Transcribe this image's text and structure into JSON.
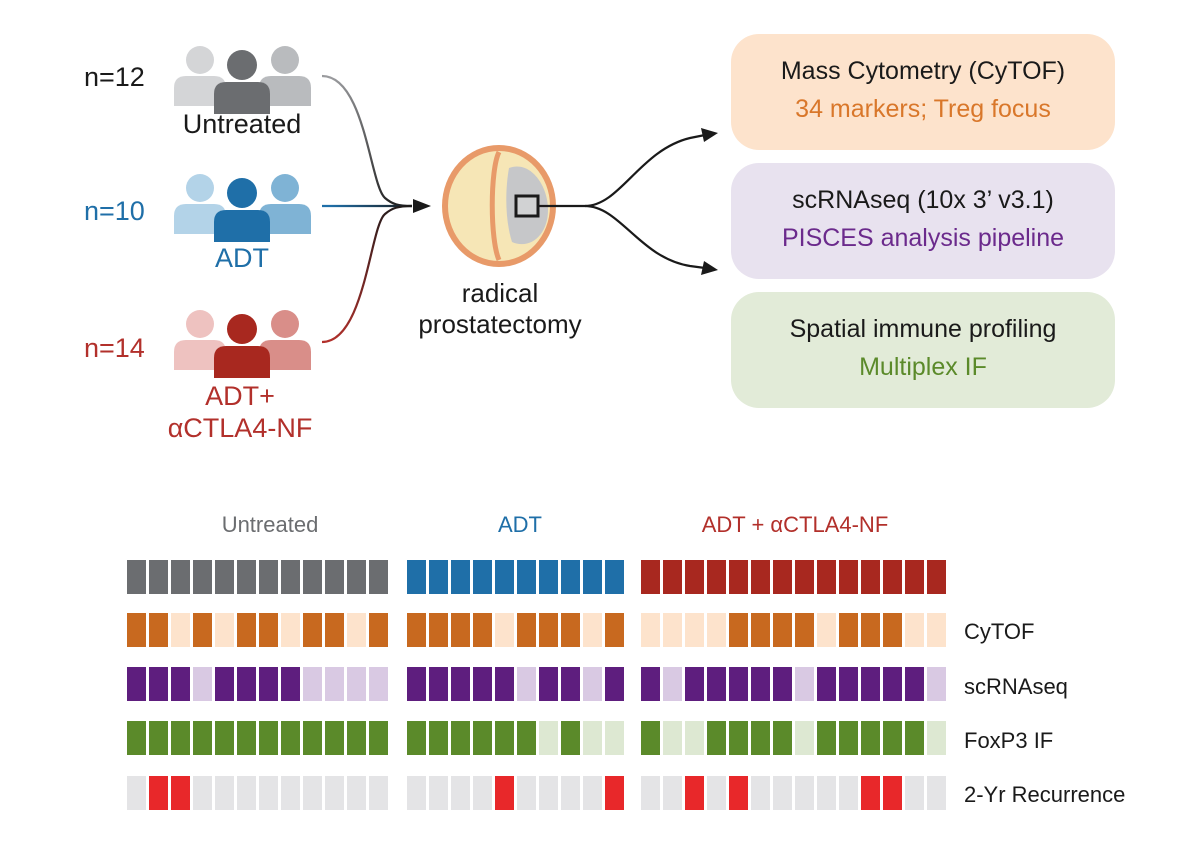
{
  "cohorts": [
    {
      "n": "n=12",
      "label": "Untreated",
      "color": "#1a1a1a",
      "label_color": "#1a1a1a",
      "icon_colors": [
        "#d4d5d7",
        "#6b6d70",
        "#b9bbbe"
      ]
    },
    {
      "n": "n=10",
      "label": "ADT",
      "color": "#1f6fa8",
      "label_color": "#1f6fa8",
      "icon_colors": [
        "#b3d3e8",
        "#1f6fa8",
        "#7fb3d5"
      ]
    },
    {
      "n": "n=14",
      "label_lines": [
        "ADT+",
        "αCTLA4-NF"
      ],
      "color": "#b2302b",
      "label_color": "#b2302b",
      "icon_colors": [
        "#eec2c0",
        "#a8281f",
        "#d98e89"
      ]
    }
  ],
  "surgery": {
    "line1": "radical",
    "line2": "prostatectomy"
  },
  "assays": [
    {
      "title": "Mass Cytometry (CyTOF)",
      "subtitle": "34 markers; Treg focus",
      "bg": "#fde3cc",
      "sub_color": "#d9772a"
    },
    {
      "title": "scRNAseq (10x 3’ v3.1)",
      "subtitle": "PISCES analysis pipeline",
      "bg": "#e8e2ef",
      "sub_color": "#6b2a8c"
    },
    {
      "title": "Spatial immune profiling",
      "subtitle": "Multiplex IF",
      "bg": "#e2ebd8",
      "sub_color": "#5b8a2a"
    }
  ],
  "matrix": {
    "groups": [
      {
        "title": "Untreated",
        "title_color": "#6b6d70",
        "count": 12
      },
      {
        "title": "ADT",
        "title_color": "#1f6fa8",
        "count": 10
      },
      {
        "title": "ADT + αCTLA4-NF",
        "title_color": "#b2302b",
        "count": 14
      }
    ],
    "header_colors": [
      "#6b6d70",
      "#1f6fa8",
      "#a8281f"
    ],
    "rows": [
      {
        "label": "CyTOF",
        "on": "#c8691f",
        "off": "#fde3cc",
        "values": [
          [
            1,
            1,
            0,
            1,
            0,
            1,
            1,
            0,
            1,
            1,
            0,
            1
          ],
          [
            1,
            1,
            1,
            1,
            0,
            1,
            1,
            1,
            0,
            1
          ],
          [
            0,
            0,
            0,
            0,
            1,
            1,
            1,
            1,
            0,
            1,
            1,
            1,
            0,
            0
          ]
        ]
      },
      {
        "label": "scRNAseq",
        "on": "#5e1e7e",
        "off": "#d9c9e3",
        "values": [
          [
            1,
            1,
            1,
            0,
            1,
            1,
            1,
            1,
            0,
            0,
            0,
            0
          ],
          [
            1,
            1,
            1,
            1,
            1,
            0,
            1,
            1,
            0,
            1
          ],
          [
            1,
            0,
            1,
            1,
            1,
            1,
            1,
            0,
            1,
            1,
            1,
            1,
            1,
            0
          ]
        ]
      },
      {
        "label": "FoxP3 IF",
        "on": "#5b8a2a",
        "off": "#dde8d2",
        "values": [
          [
            1,
            1,
            1,
            1,
            1,
            1,
            1,
            1,
            1,
            1,
            1,
            1
          ],
          [
            1,
            1,
            1,
            1,
            1,
            1,
            0,
            1,
            0,
            0
          ],
          [
            1,
            0,
            0,
            1,
            1,
            1,
            1,
            0,
            1,
            1,
            1,
            1,
            1,
            0
          ]
        ]
      },
      {
        "label": "2-Yr Recurrence",
        "on": "#e8282a",
        "off": "#e4e4e6",
        "values": [
          [
            0,
            1,
            1,
            0,
            0,
            0,
            0,
            0,
            0,
            0,
            0,
            0
          ],
          [
            0,
            0,
            0,
            0,
            1,
            0,
            0,
            0,
            0,
            1
          ],
          [
            0,
            0,
            1,
            0,
            1,
            0,
            0,
            0,
            0,
            0,
            1,
            1,
            0,
            0
          ]
        ]
      }
    ]
  }
}
